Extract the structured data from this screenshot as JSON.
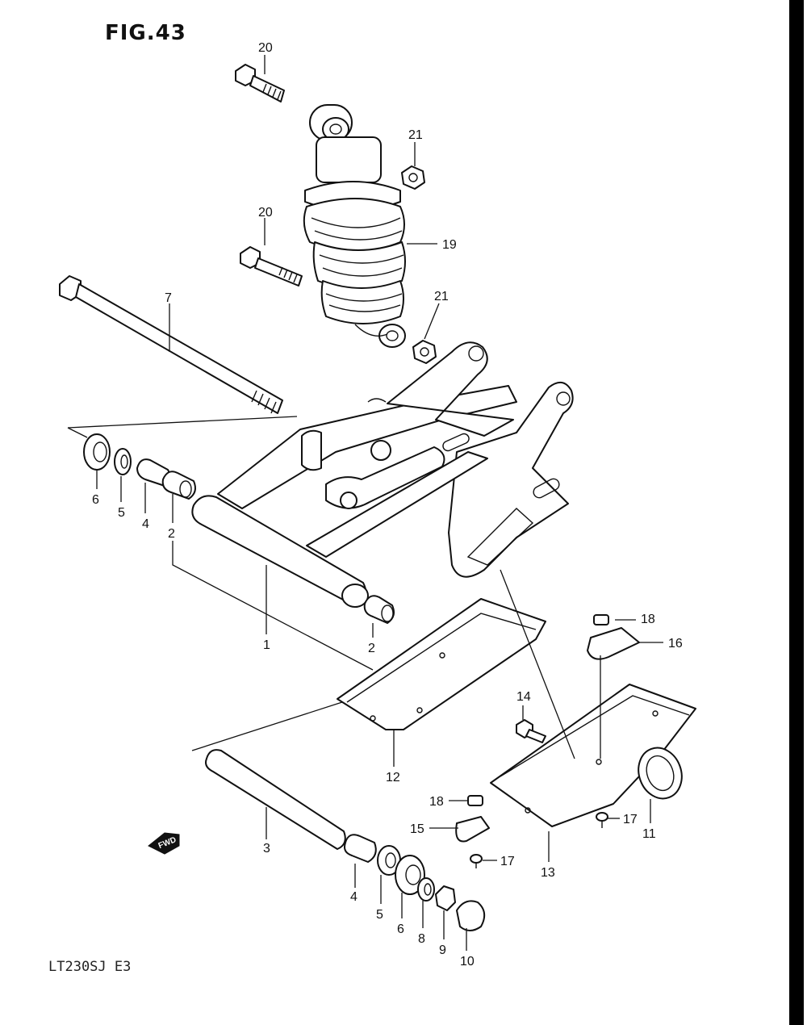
{
  "figure": {
    "title": "FIG.43",
    "model_code": "LT230SJ  E3",
    "fwd_arrow_text": "FWD"
  },
  "callouts": [
    "20",
    "21",
    "20",
    "19",
    "21",
    "7",
    "6",
    "5",
    "4",
    "2",
    "1",
    "2",
    "18",
    "16",
    "14",
    "12",
    "18",
    "15",
    "17",
    "17",
    "11",
    "13",
    "3",
    "4",
    "5",
    "6",
    "8",
    "9",
    "10"
  ],
  "colors": {
    "ink": "#111111",
    "paper": "#ffffff"
  }
}
